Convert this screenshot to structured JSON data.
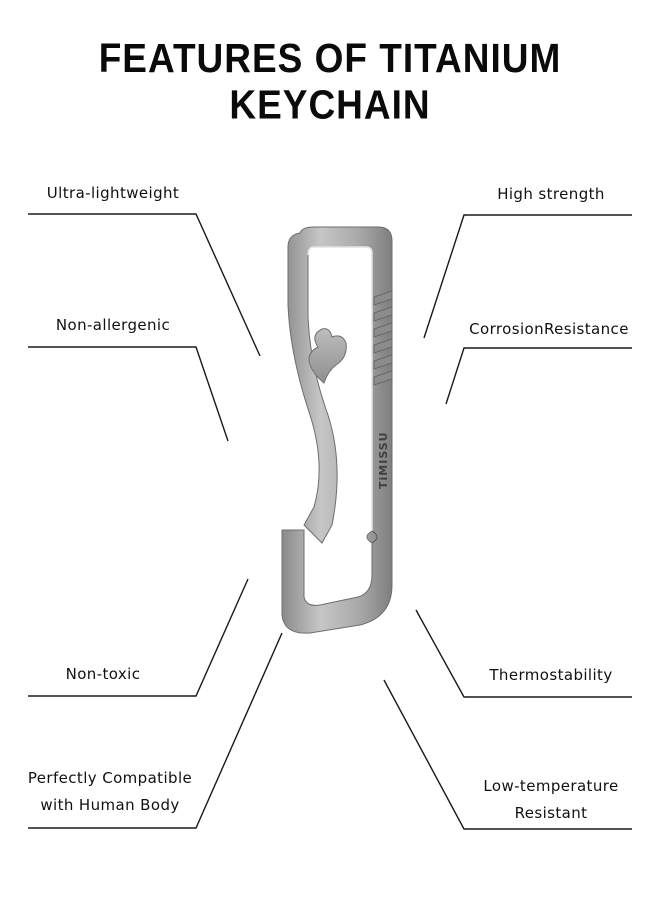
{
  "title": "FEATURES OF TITANIUM KEYCHAIN",
  "brand_text": "TiMISSU",
  "features_left": [
    {
      "lines": [
        "Ultra-lightweight"
      ]
    },
    {
      "lines": [
        "Non-allergenic"
      ]
    },
    {
      "lines": [
        "Non-toxic"
      ]
    },
    {
      "lines": [
        "Perfectly Compatible",
        "with Human Body"
      ]
    }
  ],
  "features_right": [
    {
      "lines": [
        "High strength"
      ]
    },
    {
      "lines": [
        "CorrosionResistance"
      ]
    },
    {
      "lines": [
        "Thermostability"
      ]
    },
    {
      "lines": [
        "Low-temperature",
        "Resistant"
      ]
    }
  ],
  "colors": {
    "text": "#111111",
    "line": "#1a1a1a",
    "metal_light": "#c9c9c9",
    "metal_mid": "#a4a4a4",
    "metal_dark": "#7d7d7d"
  }
}
